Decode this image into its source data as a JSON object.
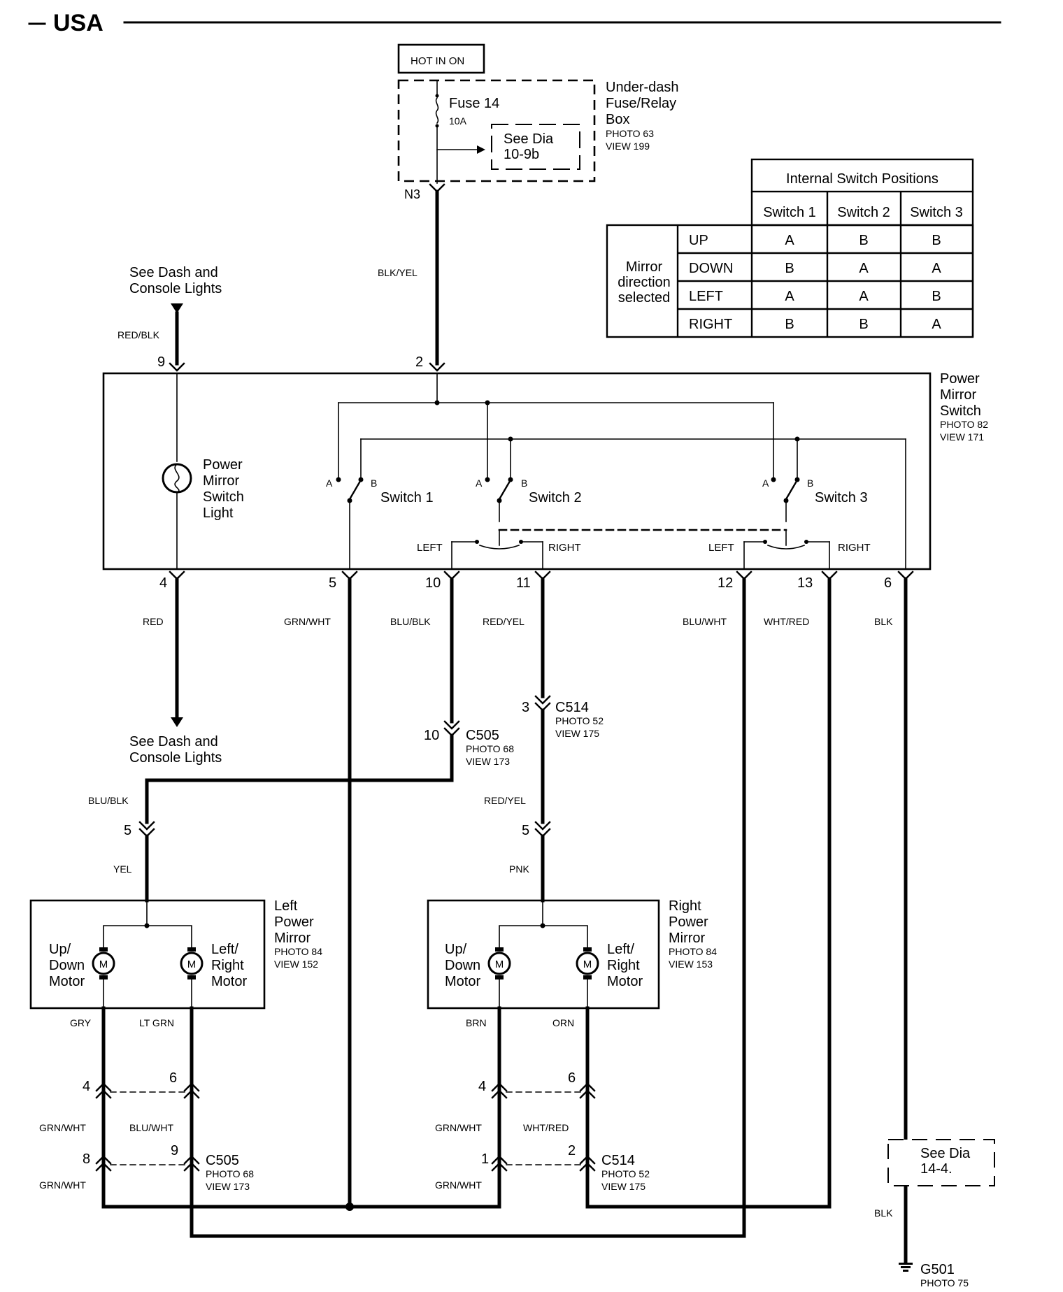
{
  "header": {
    "title": "USA"
  },
  "fuse_box": {
    "hot_label": "HOT IN ON",
    "fuse_name": "Fuse 14",
    "fuse_rating": "10A",
    "see_dia_1": "See Dia",
    "see_dia_2": "10-9b",
    "name_1": "Under-dash",
    "name_2": "Fuse/Relay",
    "name_3": "Box",
    "photo": "PHOTO 63",
    "view": "VIEW 199",
    "terminal": "N3",
    "wire": "BLK/YEL"
  },
  "switch_table": {
    "header": "Internal Switch Positions",
    "columns": [
      "Switch 1",
      "Switch 2",
      "Switch 3"
    ],
    "row_group_1": "Mirror",
    "row_group_2": "direction",
    "row_group_3": "selected",
    "rows": [
      {
        "dir": "UP",
        "vals": [
          "A",
          "B",
          "B"
        ]
      },
      {
        "dir": "DOWN",
        "vals": [
          "B",
          "A",
          "A"
        ]
      },
      {
        "dir": "LEFT",
        "vals": [
          "A",
          "A",
          "B"
        ]
      },
      {
        "dir": "RIGHT",
        "vals": [
          "B",
          "B",
          "A"
        ]
      }
    ]
  },
  "dash_lights_top": {
    "line1": "See Dash and",
    "line2": "Console Lights",
    "wire": "RED/BLK"
  },
  "power_mirror_switch": {
    "name_1": "Power",
    "name_2": "Mirror",
    "name_3": "Switch",
    "photo": "PHOTO 82",
    "view": "VIEW 171",
    "light_1": "Power",
    "light_2": "Mirror",
    "light_3": "Switch",
    "light_4": "Light",
    "switch1": "Switch 1",
    "switch2": "Switch 2",
    "switch3": "Switch 3",
    "pos_a": "A",
    "pos_b": "B",
    "left": "LEFT",
    "right": "RIGHT",
    "pin_top_9": "9",
    "pin_top_2": "2",
    "pins_bottom": [
      "4",
      "5",
      "10",
      "11",
      "12",
      "13",
      "6"
    ]
  },
  "wires": {
    "red": "RED",
    "grn_wht": "GRN/WHT",
    "blu_blk": "BLU/BLK",
    "red_yel": "RED/YEL",
    "blu_wht": "BLU/WHT",
    "wht_red": "WHT/RED",
    "blk": "BLK",
    "yel": "YEL",
    "pnk": "PNK",
    "gry": "GRY",
    "lt_grn": "LT GRN",
    "brn": "BRN",
    "orn": "ORN"
  },
  "dash_lights_bottom": {
    "line1": "See Dash and",
    "line2": "Console Lights"
  },
  "c514_top": {
    "pin": "3",
    "name": "C514",
    "photo": "PHOTO 52",
    "view": "VIEW 175"
  },
  "c505_top": {
    "pin": "10",
    "name": "C505",
    "photo": "PHOTO 68",
    "view": "VIEW 173"
  },
  "pin_5_left": "5",
  "pin_5_right": "5",
  "left_mirror": {
    "name_1": "Left",
    "name_2": "Power",
    "name_3": "Mirror",
    "photo": "PHOTO 84",
    "view": "VIEW 152",
    "ud_1": "Up/",
    "ud_2": "Down",
    "ud_3": "Motor",
    "lr_1": "Left/",
    "lr_2": "Right",
    "lr_3": "Motor",
    "motor": "M"
  },
  "right_mirror": {
    "name_1": "Right",
    "name_2": "Power",
    "name_3": "Mirror",
    "photo": "PHOTO 84",
    "view": "VIEW 153",
    "ud_1": "Up/",
    "ud_2": "Down",
    "ud_3": "Motor",
    "lr_1": "Left/",
    "lr_2": "Right",
    "lr_3": "Motor",
    "motor": "M"
  },
  "left_lower_connector": {
    "pin_a": "4",
    "pin_b": "6",
    "pin_c": "8",
    "pin_d": "9",
    "name": "C505",
    "photo": "PHOTO 68",
    "view": "VIEW 173",
    "wire_a": "GRN/WHT",
    "wire_b": "BLU/WHT",
    "wire_c": "GRN/WHT"
  },
  "right_lower_connector": {
    "pin_a": "4",
    "pin_b": "6",
    "pin_c": "1",
    "pin_d": "2",
    "name": "C514",
    "photo": "PHOTO 52",
    "view": "VIEW 175",
    "wire_a": "GRN/WHT",
    "wire_b": "WHT/RED",
    "wire_c": "GRN/WHT"
  },
  "ground": {
    "see_dia_1": "See Dia",
    "see_dia_2": "14-4.",
    "wire": "BLK",
    "name": "G501",
    "photo": "PHOTO 75"
  }
}
